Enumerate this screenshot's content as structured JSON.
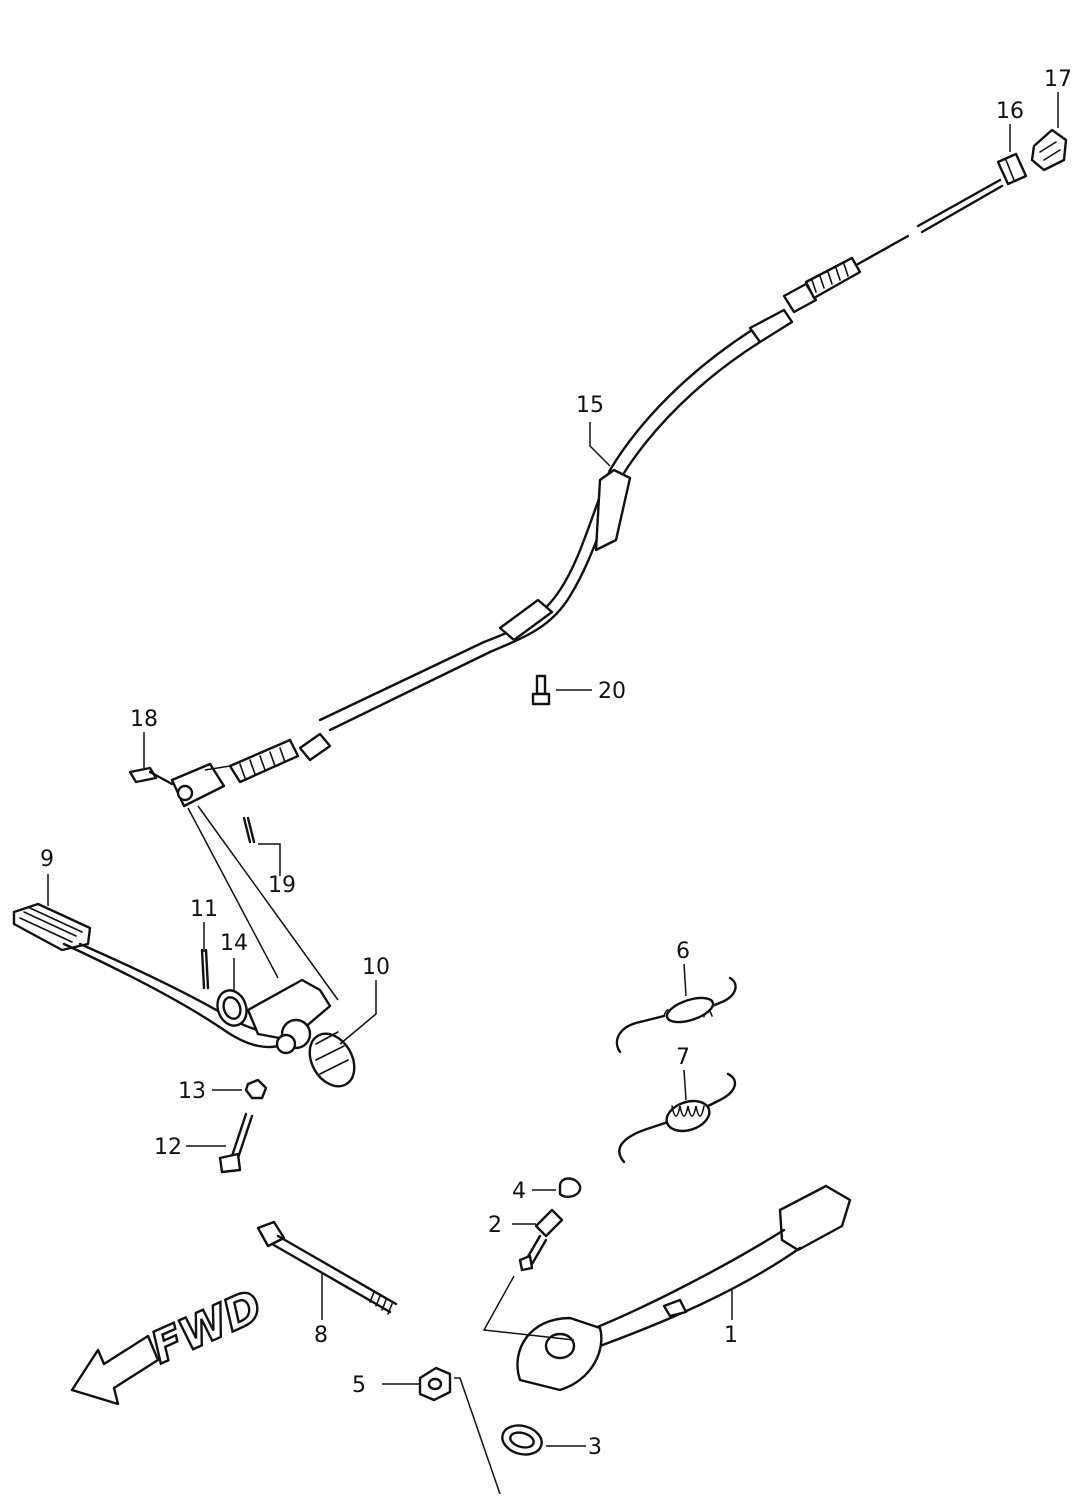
{
  "diagram": {
    "callouts": [
      {
        "id": "c1",
        "label": "1"
      },
      {
        "id": "c2",
        "label": "2"
      },
      {
        "id": "c3",
        "label": "3"
      },
      {
        "id": "c4",
        "label": "4"
      },
      {
        "id": "c5",
        "label": "5"
      },
      {
        "id": "c6",
        "label": "6"
      },
      {
        "id": "c7",
        "label": "7"
      },
      {
        "id": "c8",
        "label": "8"
      },
      {
        "id": "c9",
        "label": "9"
      },
      {
        "id": "c10",
        "label": "10"
      },
      {
        "id": "c11",
        "label": "11"
      },
      {
        "id": "c12",
        "label": "12"
      },
      {
        "id": "c13",
        "label": "13"
      },
      {
        "id": "c14",
        "label": "14"
      },
      {
        "id": "c15",
        "label": "15"
      },
      {
        "id": "c16",
        "label": "16"
      },
      {
        "id": "c17",
        "label": "17"
      },
      {
        "id": "c18",
        "label": "18"
      },
      {
        "id": "c19",
        "label": "19"
      },
      {
        "id": "c20",
        "label": "20"
      }
    ],
    "direction_label": "FWD"
  }
}
